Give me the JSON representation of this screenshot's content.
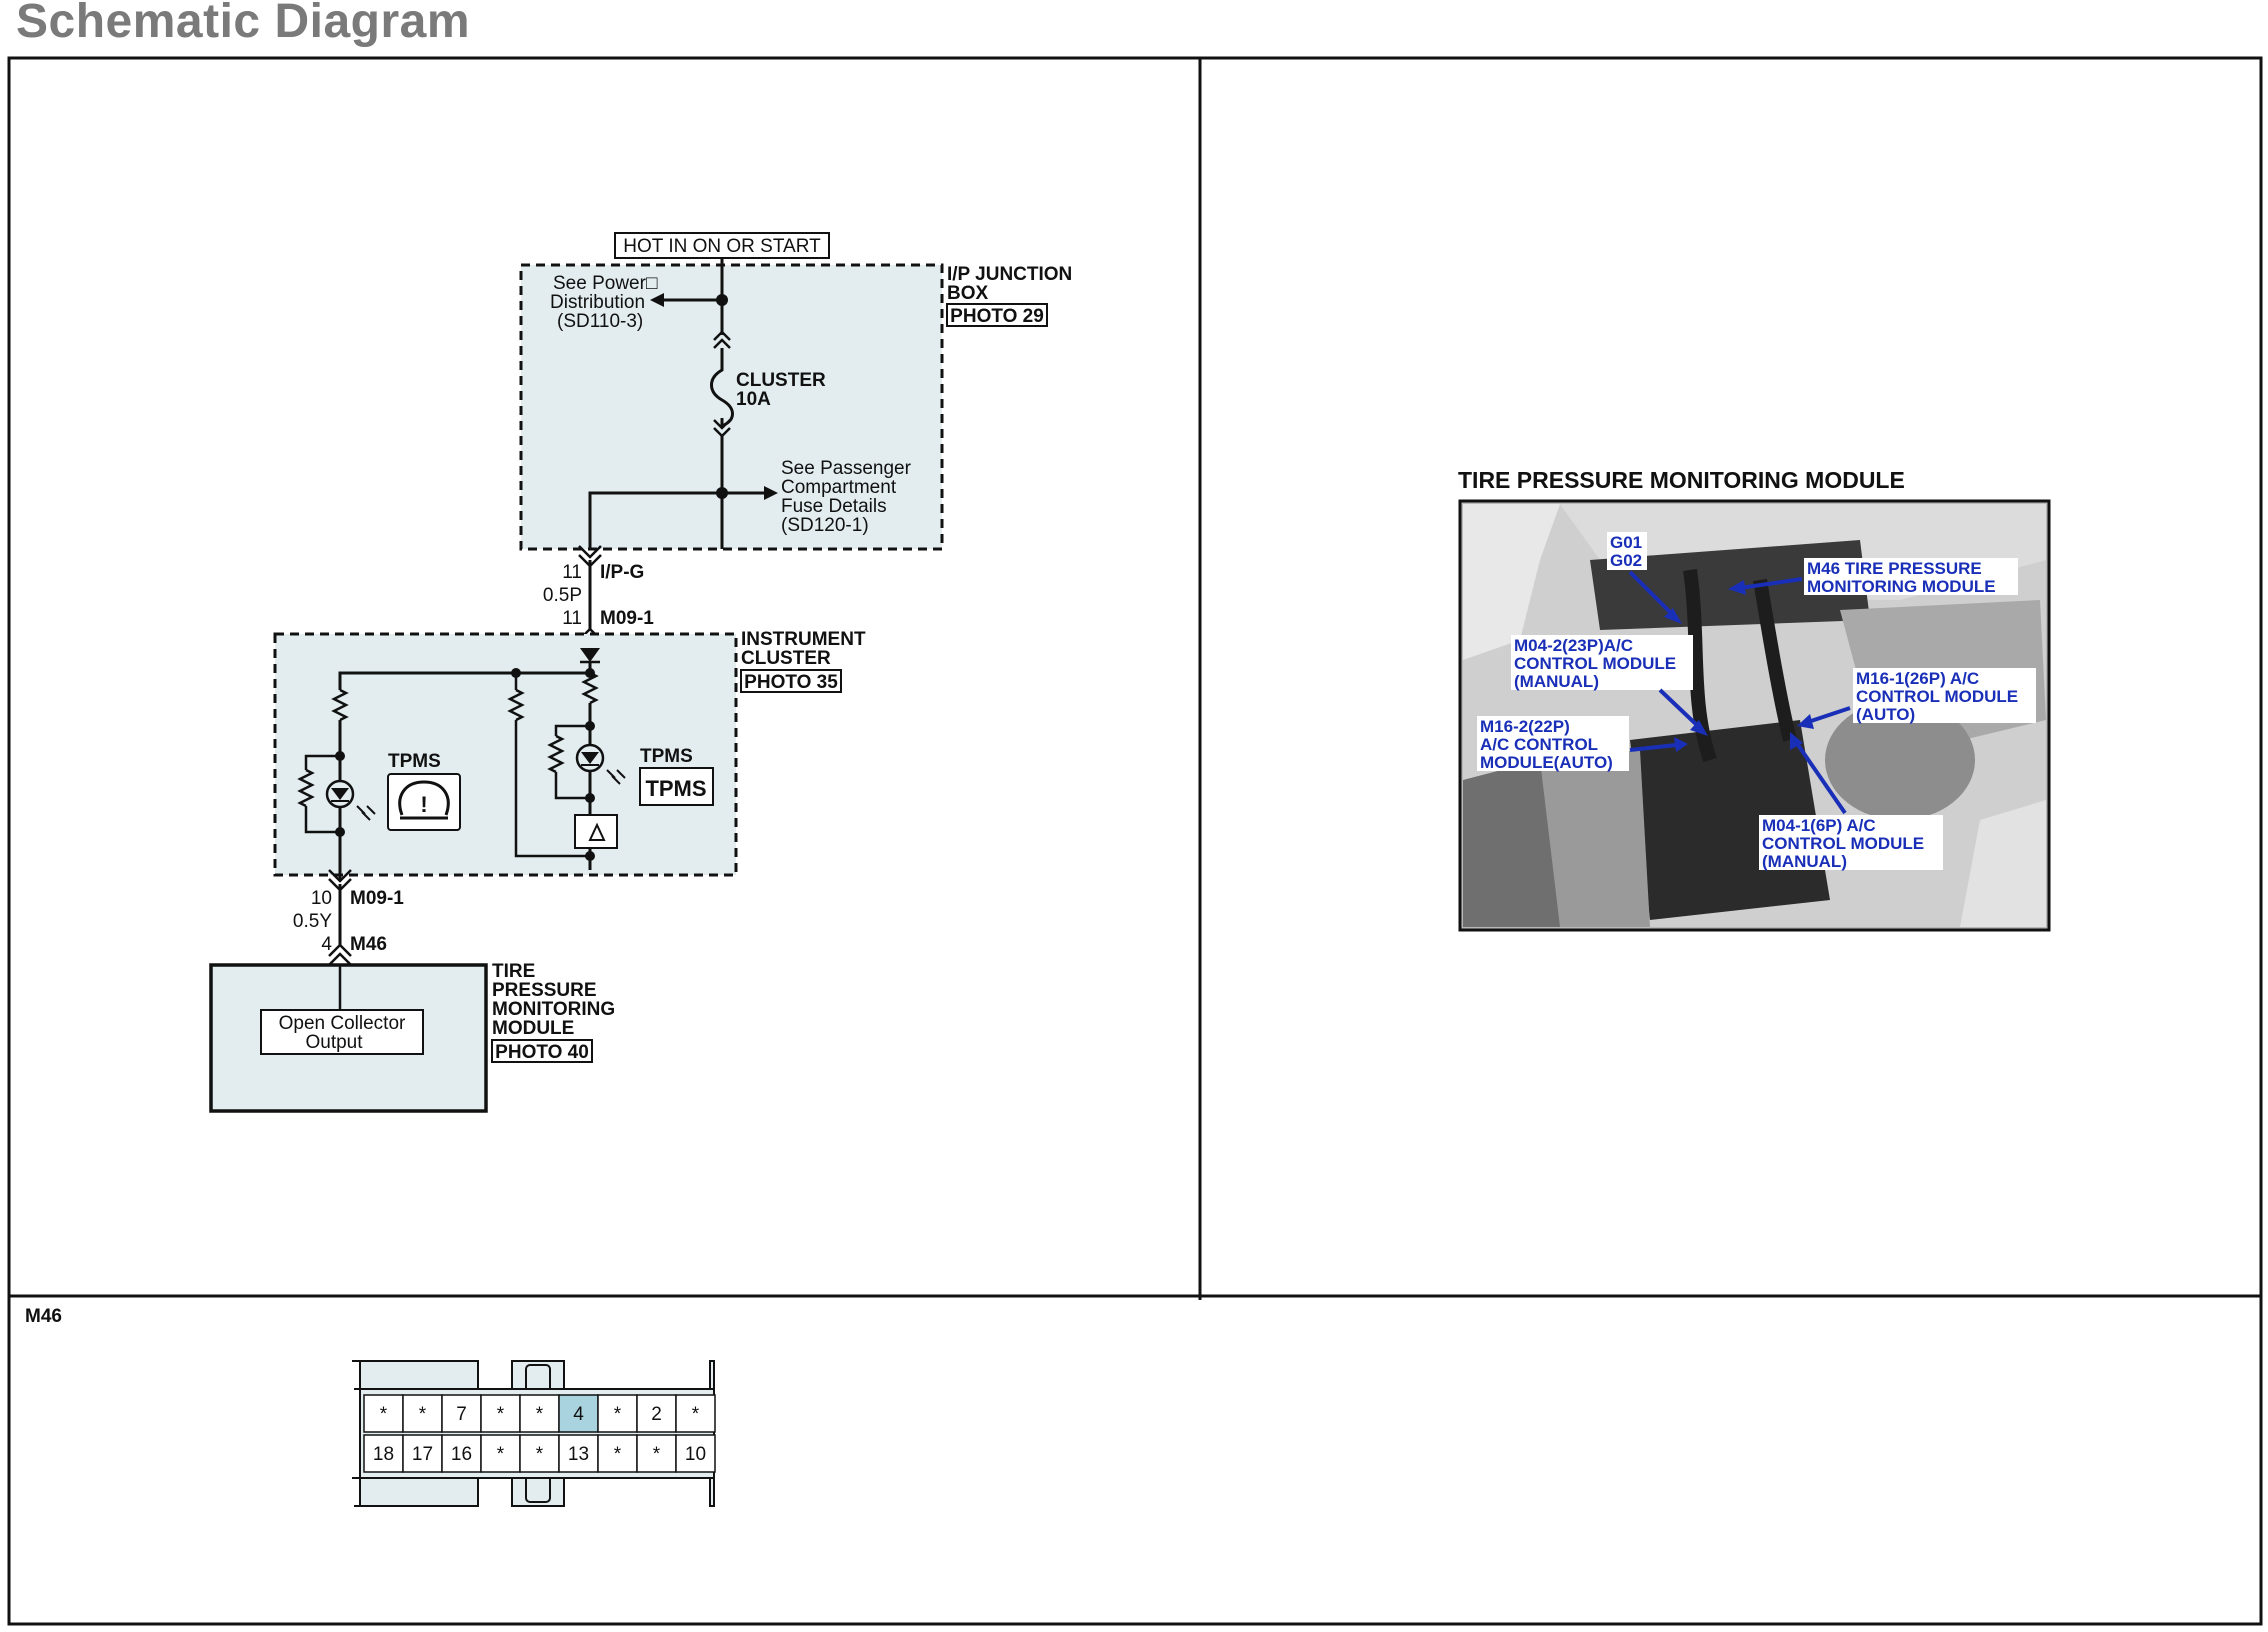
{
  "page_title": "Schematic Diagram",
  "schematic": {
    "hot_label": "HOT IN ON OR START",
    "ip_junction_box": {
      "name_line1": "I/P JUNCTION",
      "name_line2": "BOX",
      "photo": "PHOTO 29"
    },
    "see_power": {
      "line1": "See Power□",
      "line2": "Distribution",
      "line3": "(SD110-3)"
    },
    "fuse": {
      "name": "CLUSTER",
      "rating": "10A"
    },
    "see_passenger": {
      "line1": "See Passenger",
      "line2": "Compartment",
      "line3": "Fuse Details",
      "line4": "(SD120-1)"
    },
    "connector_ipg": {
      "pin_top": "11",
      "wire": "0.5P",
      "pin_bottom": "11",
      "name_top": "I/P-G",
      "name_bottom": "M09-1"
    },
    "instrument_cluster": {
      "name_line1": "INSTRUMENT",
      "name_line2": "CLUSTER",
      "photo": "PHOTO 35"
    },
    "tpms_lamp_left": "TPMS",
    "tpms_lamp_right": "TPMS",
    "tpms_box": "TPMS",
    "connector_m09": {
      "pin_top": "10",
      "wire": "0.5Y",
      "pin_bottom": "4",
      "name_top": "M09-1",
      "name_bottom": "M46"
    },
    "tpms_module": {
      "line1": "TIRE",
      "line2": "PRESSURE",
      "line3": "MONITORING",
      "line4": "MODULE",
      "photo": "PHOTO 40"
    },
    "open_collector": {
      "line1": "Open Collector",
      "line2": "Output"
    }
  },
  "photo_panel": {
    "title": "TIRE PRESSURE MONITORING MODULE",
    "callouts": {
      "g01": "G01",
      "g02": "G02",
      "m46_line1": "M46 TIRE PRESSURE",
      "m46_line2": "MONITORING MODULE",
      "m04_2_line1": "M04-2(23P)A/C",
      "m04_2_line2": "CONTROL MODULE",
      "m04_2_line3": "(MANUAL)",
      "m16_1_line1": "M16-1(26P) A/C",
      "m16_1_line2": "CONTROL MODULE",
      "m16_1_line3": "(AUTO)",
      "m16_2_line1": "M16-2(22P)",
      "m16_2_line2": "A/C CONTROL",
      "m16_2_line3": "MODULE(AUTO)",
      "m04_1_line1": "M04-1(6P) A/C",
      "m04_1_line2": "CONTROL MODULE",
      "m04_1_line3": "(MANUAL)"
    }
  },
  "connector_view": {
    "label": "M46",
    "row1": [
      "*",
      "*",
      "7",
      "*",
      "*",
      "4",
      "*",
      "2",
      "*"
    ],
    "row2": [
      "18",
      "17",
      "16",
      "*",
      "*",
      "13",
      "*",
      "*",
      "10"
    ],
    "highlight_pin": "4",
    "highlight_color": "#a9d3df"
  },
  "colors": {
    "box_fill": "#e3edf0",
    "line": "#111111",
    "callout_blue": "#1a2fb8"
  }
}
